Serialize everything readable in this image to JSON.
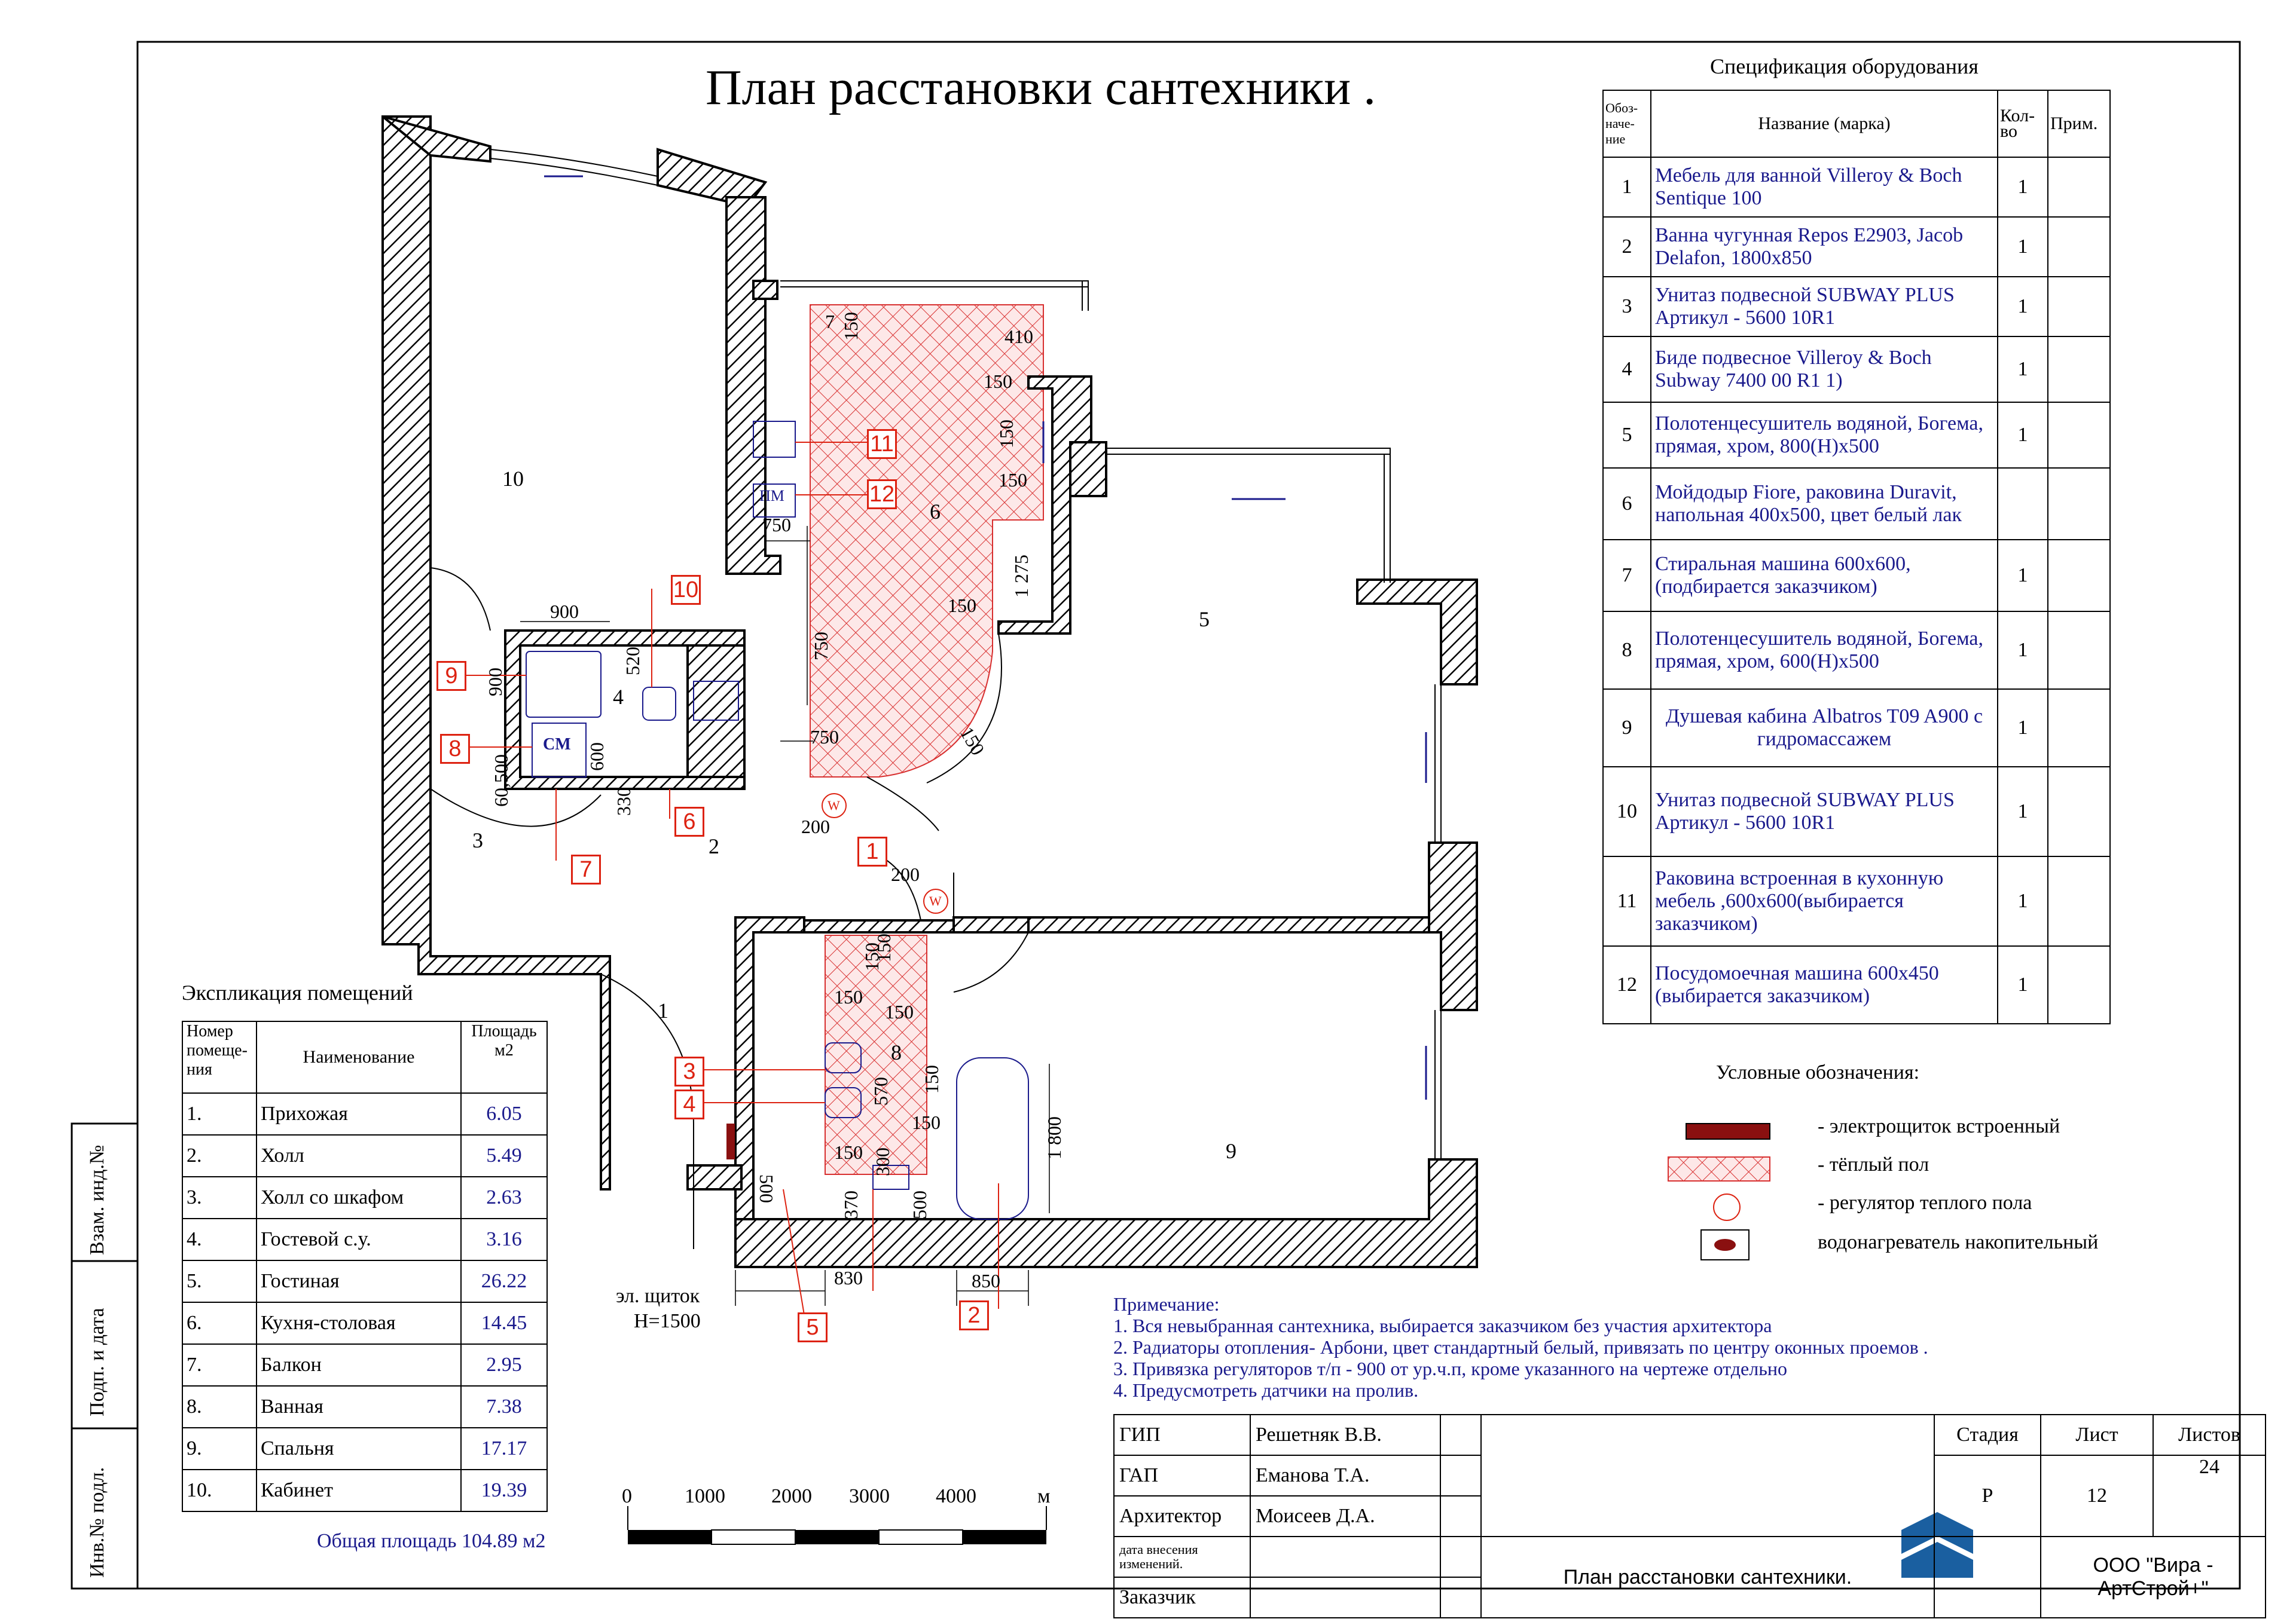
{
  "title": "План расстановки сантехники .",
  "spec": {
    "caption": "Спецификация оборудования",
    "headers": {
      "designation": "Обоз-наче-ние",
      "name": "Название (марка)",
      "qty": "Кол-во",
      "note": "Прим."
    },
    "rows": [
      {
        "n": "1",
        "name": "Мебель для ванной Villeroy & Boch Sentique 100",
        "qty": "1"
      },
      {
        "n": "2",
        "name": "Ванна чугунная Repos E2903, Jacob Delafon, 1800х850",
        "qty": "1"
      },
      {
        "n": "3",
        "name": "Унитаз подвесной SUBWAY PLUS Артикул - 5600 10R1",
        "qty": "1"
      },
      {
        "n": "4",
        "name": "Биде подвесное Villeroy & Boch Subway 7400 00 R1 1)",
        "qty": "1"
      },
      {
        "n": "5",
        "name": "Полотенцесушитель водяной, Богема, прямая, хром, 800(H)x500",
        "qty": "1"
      },
      {
        "n": "6",
        "name": "Мойдодыр Fiore, раковина Duravit, напольная 400х500, цвет белый лак",
        "qty": ""
      },
      {
        "n": "7",
        "name": "Стиральная машина 600х600, (подбирается заказчиком)",
        "qty": "1"
      },
      {
        "n": "8",
        "name": "Полотенцесушитель водяной, Богема, прямая, хром, 600(H)x500",
        "qty": "1"
      },
      {
        "n": "9",
        "name": "Душевая кабина Albatros T09 A900 с гидромассажем",
        "qty": "1"
      },
      {
        "n": "10",
        "name": "Унитаз подвесной SUBWAY PLUS Артикул - 5600 10R1",
        "qty": "1"
      },
      {
        "n": "11",
        "name": "Раковина встроенная в кухонную мебель ,600х600(выбирается заказчиком)",
        "qty": "1"
      },
      {
        "n": "12",
        "name": "Посудомоечная машина 600х450 (выбирается заказчиком)",
        "qty": "1"
      }
    ]
  },
  "explication": {
    "caption": "Экспликация  помещений",
    "headers": {
      "num": "Номер помеще-ния",
      "name": "Наименование",
      "area": "Площадь м2"
    },
    "rows": [
      {
        "n": "1.",
        "name": "Прихожая",
        "area": "6.05"
      },
      {
        "n": "2.",
        "name": "Холл",
        "area": "5.49"
      },
      {
        "n": "3.",
        "name": "Холл со шкафом",
        "area": "2.63"
      },
      {
        "n": "4.",
        "name": "Гостевой с.у.",
        "area": "3.16"
      },
      {
        "n": "5.",
        "name": "Гостиная",
        "area": "26.22"
      },
      {
        "n": "6.",
        "name": "Кухня-столовая",
        "area": "14.45"
      },
      {
        "n": "7.",
        "name": "Балкон",
        "area": "2.95"
      },
      {
        "n": "8.",
        "name": "Ванная",
        "area": "7.38"
      },
      {
        "n": "9.",
        "name": "Спальня",
        "area": "17.17"
      },
      {
        "n": "10.",
        "name": "Кабинет",
        "area": "19.39"
      }
    ],
    "total": "Общая площадь 104.89 м2"
  },
  "legend": {
    "caption": "Условные обозначения:",
    "items": [
      "- электрощиток встроенный",
      "- тёплый пол",
      "- регулятор теплого пола",
      "водонагреватель накопительный"
    ]
  },
  "notes": {
    "heading": "Примечание:",
    "lines": [
      "1. Вся невыбранная сантехника, выбирается заказчиком без участия архитектора",
      "2. Радиаторы отопления- Арбони, цвет стандартный белый, привязать по центру оконных проемов .",
      "3. Привязка регуляторов т/п - 900 от ур.ч.п, кроме указанного на чертеже отдельно",
      "4. Предусмотреть датчики на пролив."
    ]
  },
  "stamp": {
    "roles": [
      "ГИП",
      "ГАП",
      "Архитектор",
      "дата внесения изменений.",
      "Заказчик"
    ],
    "names": [
      "Решетняк В.В.",
      "Еманова Т.А.",
      "Моисеев Д.А.",
      "",
      ""
    ],
    "stage_label": "Стадия",
    "sheet_label": "Лист",
    "sheets_label": "Листов",
    "stage": "Р",
    "sheet": "12",
    "sheets": "24",
    "doc_title": "План расстановки сантехники.",
    "company": "ООО \"Вира - АртСтрой+\""
  },
  "side_labels": [
    "Взам. инд.№",
    "Подп. и дата",
    "Инв.№ подл."
  ],
  "scale_labels": [
    "0",
    "1000",
    "2000",
    "3000",
    "4000",
    "м"
  ],
  "panel_note": {
    "line1": "эл. щиток",
    "line2": "Н=1500"
  },
  "room_numbers": [
    "10",
    "6",
    "5",
    "4",
    "3",
    "2",
    "1",
    "8",
    "9"
  ],
  "dims": [
    "7",
    "150",
    "410",
    "150",
    "150",
    "150",
    "750",
    "1 275",
    "150",
    "750",
    "750",
    "150",
    "200",
    "200",
    "900",
    "900",
    "520",
    "600",
    "60,500",
    "330",
    "150",
    "150",
    "150",
    "570",
    "150",
    "150",
    "1 800",
    "300",
    "500",
    "370",
    "150",
    "500",
    "830",
    "850",
    "150"
  ],
  "tags": [
    "1",
    "2",
    "3",
    "4",
    "5",
    "6",
    "7",
    "8",
    "9",
    "10",
    "11",
    "12"
  ],
  "fixture_labels": {
    "wm": "СМ",
    "dw": "ПМ",
    "w": "W"
  },
  "colors": {
    "hatch": "#000000",
    "warm_floor": "#d83030",
    "accent_blue": "#1a1a8c",
    "tag_red": "#d21111"
  }
}
